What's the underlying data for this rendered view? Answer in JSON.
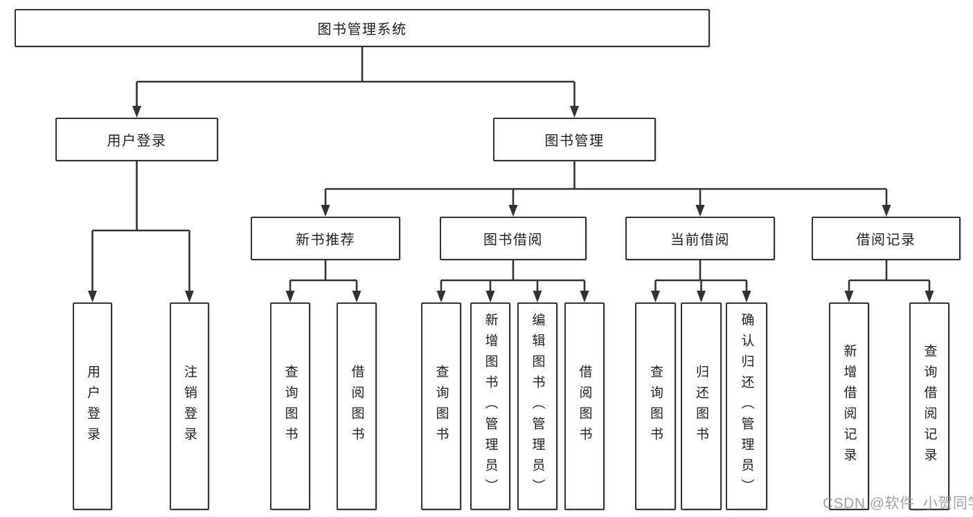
{
  "tree": {
    "root": "图书管理系统",
    "user_login": {
      "label": "用户登录",
      "children": {
        "login": "用户登录",
        "logout": "注销登录"
      }
    },
    "book_mgmt": {
      "label": "图书管理",
      "new_book_rec": {
        "label": "新书推荐",
        "children": {
          "query": "查询图书",
          "borrow": "借阅图书"
        }
      },
      "book_borrow": {
        "label": "图书借阅",
        "children": {
          "query": "查询图书",
          "add": "新增图书（管理员）",
          "edit": "编辑图书（管理员）",
          "borrow": "借阅图书"
        }
      },
      "current_borrow": {
        "label": "当前借阅",
        "children": {
          "query": "查询图书",
          "return": "归还图书",
          "confirm": "确认归还（管理员）"
        }
      },
      "borrow_records": {
        "label": "借阅记录",
        "children": {
          "add": "新增借阅记录",
          "query": "查询借阅记录"
        }
      }
    }
  },
  "watermark": "CSDN @软件_小贺同学",
  "colors": {
    "line": "#333333",
    "border": "#333333",
    "text": "#222222",
    "watermark": "#999999",
    "background": "#ffffff"
  }
}
